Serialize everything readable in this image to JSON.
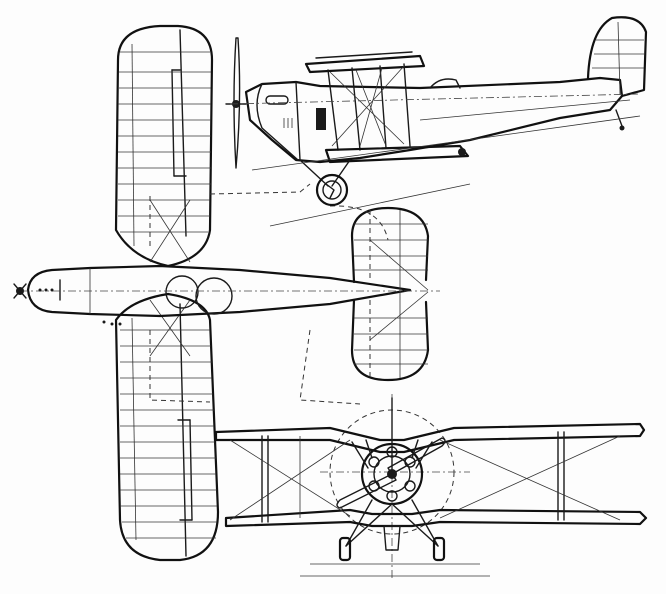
{
  "drawing": {
    "views": [
      "plan",
      "side",
      "front"
    ],
    "background": "#ffffff",
    "ink": "#1a1a1a",
    "icons": {
      "propeller": "propeller-icon",
      "wheel": "wheel-icon",
      "engine": "radial-engine-icon"
    }
  }
}
